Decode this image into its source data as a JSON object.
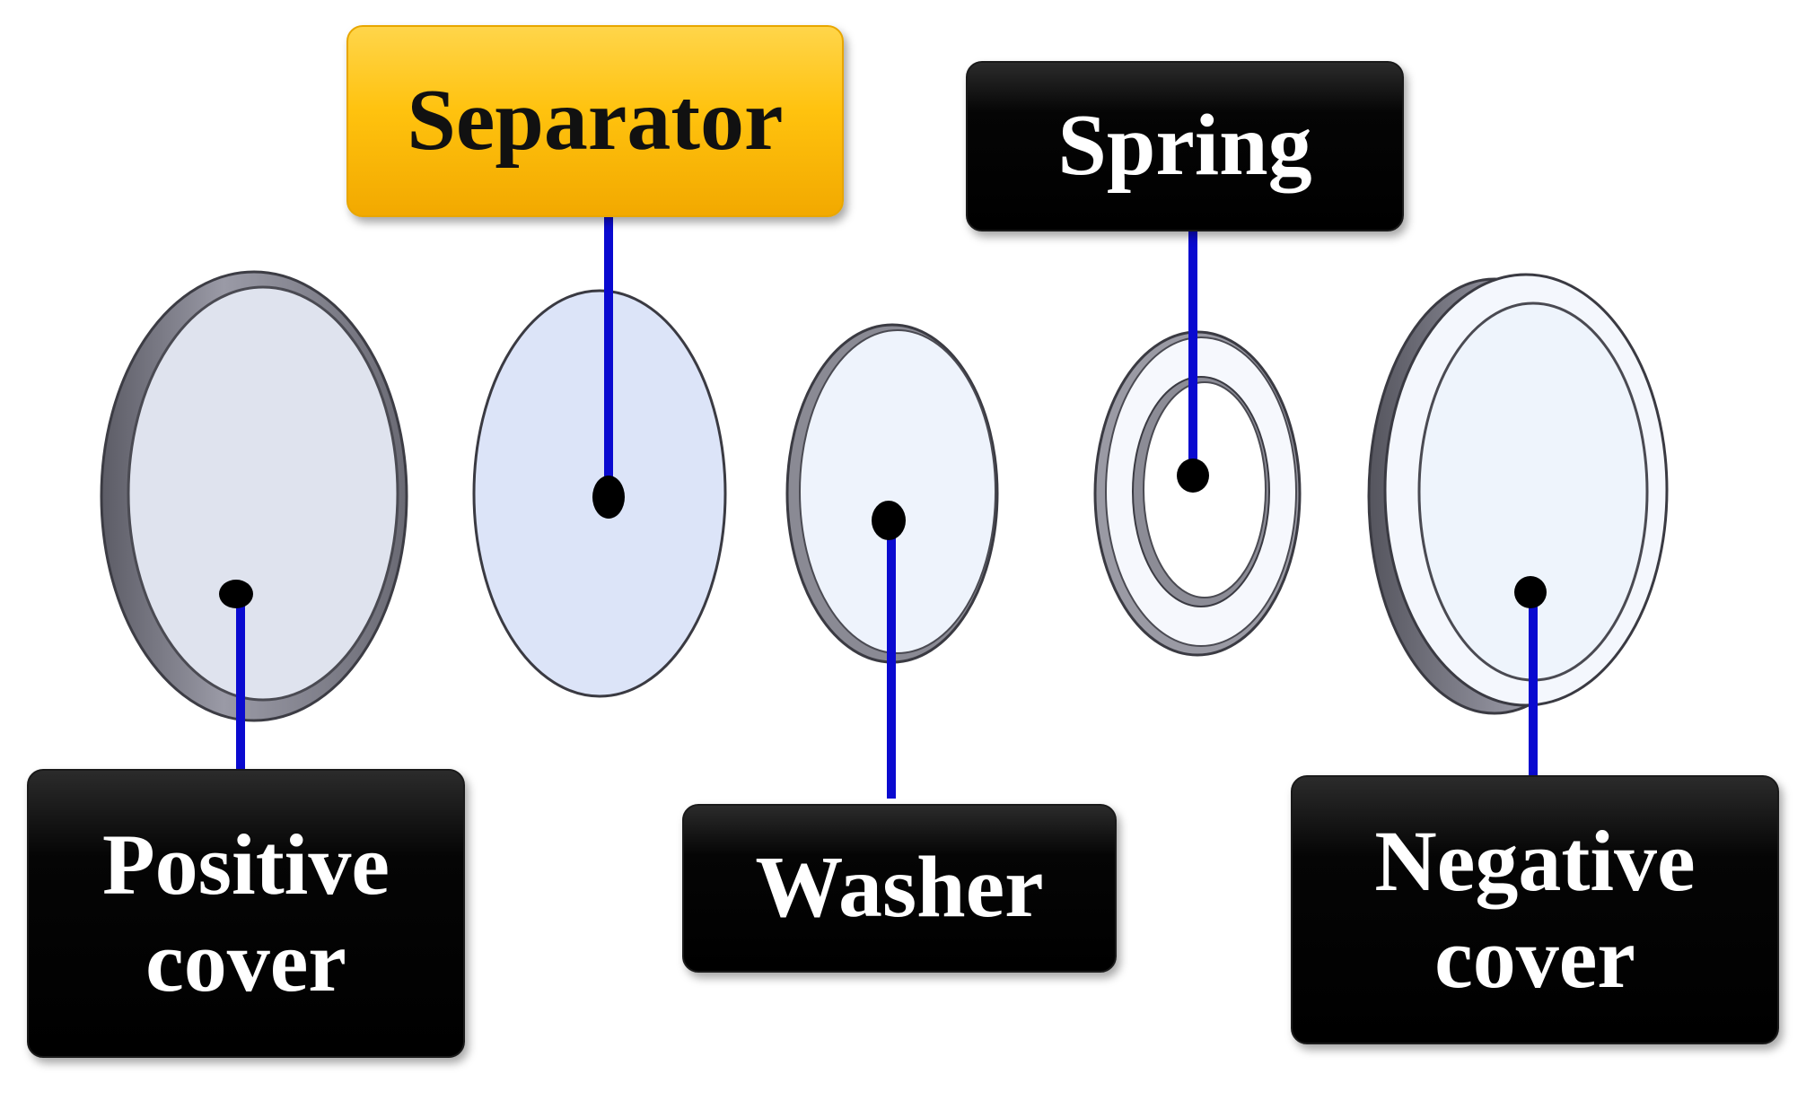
{
  "components": [
    {
      "id": "separator",
      "label_lines": [
        "Separator"
      ],
      "label_style": "gold"
    },
    {
      "id": "spring",
      "label_lines": [
        "Spring"
      ],
      "label_style": "dark"
    },
    {
      "id": "positive-cover",
      "label_lines": [
        "Positive",
        "cover"
      ],
      "label_style": "dark"
    },
    {
      "id": "washer",
      "label_lines": [
        "Washer"
      ],
      "label_style": "dark"
    },
    {
      "id": "negative-cover",
      "label_lines": [
        "Negative",
        "cover"
      ],
      "label_style": "dark"
    }
  ],
  "colors": {
    "leader_line": "#0a0ad0",
    "anchor_dot": "#000000",
    "label_dark_bg": "#000000",
    "label_gold_bg": "#ffc20e",
    "part_fill_positive": "#dfe3ee",
    "part_fill_separator": "#dce4f8",
    "part_fill_washer": "#eef3fc",
    "part_fill_spring": "#f6f8fd",
    "part_fill_negative": "#eef4fc",
    "part_rim": "#6e6e78"
  }
}
